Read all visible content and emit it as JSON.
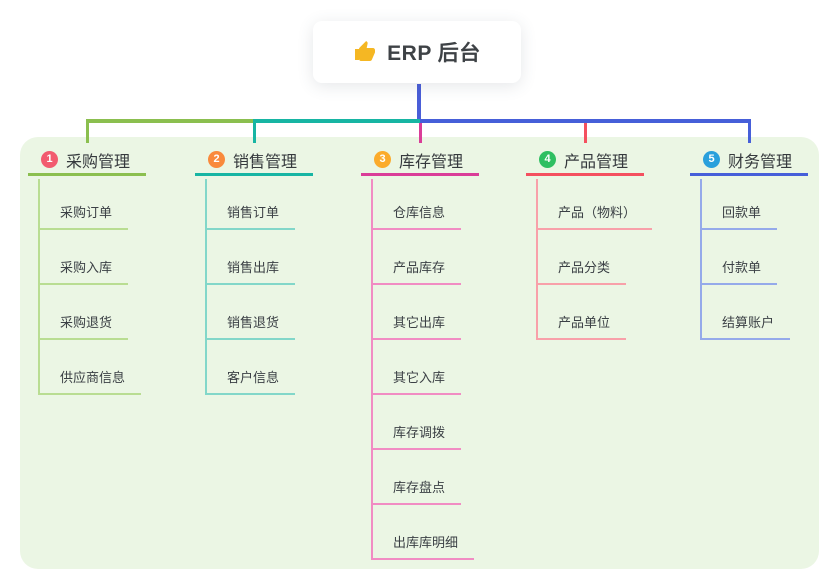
{
  "root": {
    "label": "ERP 后台",
    "icon": "thumbs-up-icon",
    "icon_color": "#f5b723",
    "stem_color": "#4a5ed8"
  },
  "canvas": {
    "background": "#ffffff",
    "panel_color": "#ebf6e4"
  },
  "branches": [
    {
      "number": "1",
      "label": "采购管理",
      "badge_color": "#f25b6f",
      "line_color": "#8bbf4f",
      "child_line_color": "#b9dd92",
      "children": [
        "采购订单",
        "采购入库",
        "采购退货",
        "供应商信息"
      ]
    },
    {
      "number": "2",
      "label": "销售管理",
      "badge_color": "#f98a3c",
      "line_color": "#17b5a3",
      "child_line_color": "#82d7c9",
      "children": [
        "销售订单",
        "销售出库",
        "销售退货",
        "客户信息"
      ]
    },
    {
      "number": "3",
      "label": "库存管理",
      "badge_color": "#fbab2b",
      "line_color": "#da3d98",
      "child_line_color": "#f18cc3",
      "children": [
        "仓库信息",
        "产品库存",
        "其它出库",
        "其它入库",
        "库存调拨",
        "库存盘点",
        "出库库明细"
      ]
    },
    {
      "number": "4",
      "label": "产品管理",
      "badge_color": "#2fbf62",
      "line_color": "#f4505f",
      "child_line_color": "#f8a0a9",
      "children": [
        "产品（物料）",
        "产品分类",
        "产品单位"
      ]
    },
    {
      "number": "5",
      "label": "财务管理",
      "badge_color": "#2aa0dc",
      "line_color": "#465fd9",
      "child_line_color": "#95aaea",
      "children": [
        "回款单",
        "付款单",
        "结算账户"
      ]
    }
  ]
}
